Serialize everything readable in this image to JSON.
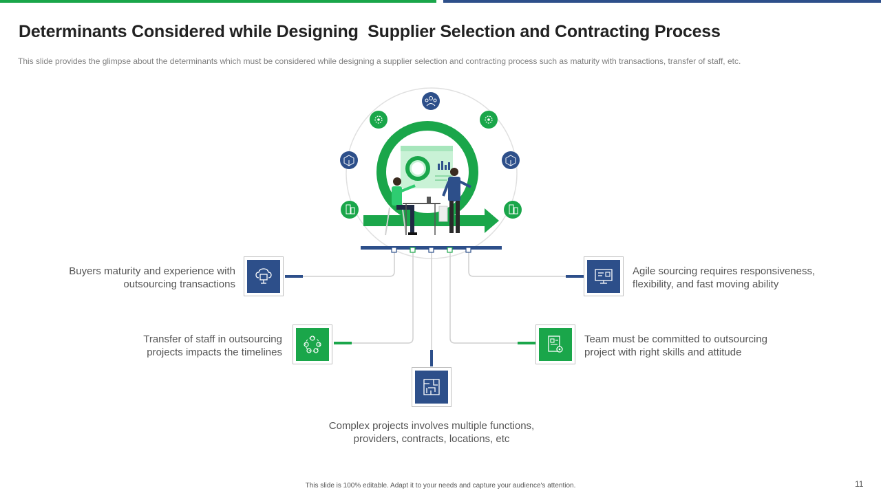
{
  "slide": {
    "title": "Determinants Considered while Designing  Supplier Selection and Contracting Process",
    "subtitle": "This slide provides  the glimpse about the determinants which must be considered while designing a supplier  selection and contracting process such as maturity with transactions, transfer of staff, etc.",
    "footer": "This slide is 100% editable. Adapt it to your needs and capture your audience's attention.",
    "page_number": "11"
  },
  "colors": {
    "green": "#1aa64a",
    "blue": "#2d4f8a",
    "light_green": "#b6ecc7"
  },
  "items": [
    {
      "text_line1": "Buyers maturity and experience with",
      "text_line2": "outsourcing transactions",
      "icon": "cloud-computer-icon",
      "color": "blue"
    },
    {
      "text_line1": "Transfer of staff in outsourcing",
      "text_line2": "projects impacts the timelines",
      "icon": "team-network-icon",
      "color": "green"
    },
    {
      "text_line1": "Complex projects involves multiple functions,",
      "text_line2": "providers, contracts, locations, etc",
      "icon": "maze-icon",
      "color": "blue"
    },
    {
      "text_line1": "Team must be committed to outsourcing",
      "text_line2": "project with right skills and attitude",
      "icon": "document-gear-icon",
      "color": "green"
    },
    {
      "text_line1": "Agile sourcing requires responsiveness,",
      "text_line2": "flexibility, and fast moving ability",
      "icon": "monitor-dashboard-icon",
      "color": "blue"
    }
  ],
  "ring_icons": [
    "building-icon",
    "gear-network-icon",
    "cube-icon",
    "team-icon",
    "gear-network-icon",
    "cube-icon",
    "building-icon"
  ]
}
